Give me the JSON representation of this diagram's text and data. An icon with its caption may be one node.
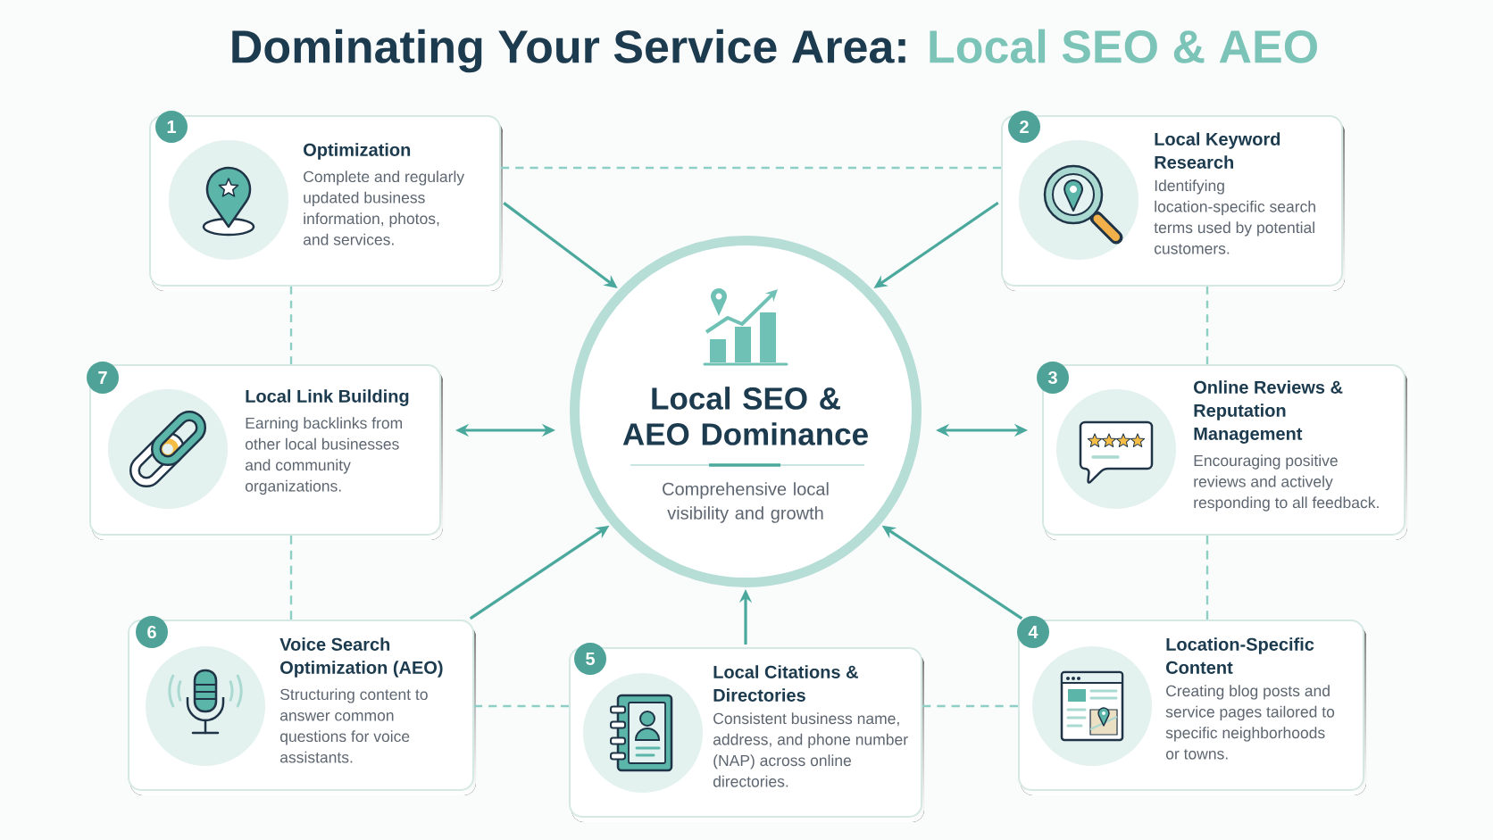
{
  "diagram": {
    "title": "Dominating Your Service Area: Local SEO & AEO",
    "nodes": [
      {
        "text": [
          "Local SEO & AEO Dominance",
          "Comprehensive local visibility and growth"
        ]
      },
      {
        "text": [
          "1",
          "Optimization",
          "Complete and regularly updated business information, photos, and services."
        ]
      },
      {
        "text": [
          "2",
          "Local Keyword Research",
          "Identifying location-specific search terms used by potential customers."
        ]
      },
      {
        "text": [
          "3",
          "Online Reviews & Reputation Management",
          "Encouraging positive reviews and actively responding to all feedback."
        ]
      },
      {
        "text": [
          "4",
          "Location-Specific Content",
          "Creating blog posts and service pages tailored to specific neighborhoods or towns."
        ]
      },
      {
        "text": [
          "5",
          "Local Citations & Directories",
          "Consistent business name, address, and phone number (NAP) across online directories."
        ]
      },
      {
        "text": [
          "6",
          "Voice Search Optimization (AEO)",
          "Structuring content to answer common questions for voice assistants."
        ]
      },
      {
        "text": [
          "7",
          "Local Link Building",
          "Earning backlinks from other local businesses and community organizations."
        ]
      }
    ],
    "edges": [
      {
        "from": 1,
        "to": 0,
        "arrow": "to"
      },
      {
        "from": 2,
        "to": 0,
        "arrow": "to"
      },
      {
        "from": 7,
        "to": 0,
        "arrow": "both"
      },
      {
        "from": 3,
        "to": 0,
        "arrow": "both"
      },
      {
        "from": 6,
        "to": 0,
        "arrow": "to"
      },
      {
        "from": 5,
        "to": 0,
        "arrow": "to"
      },
      {
        "from": 4,
        "to": 0,
        "arrow": "to"
      },
      {
        "from": 1,
        "to": 2,
        "arrow": "none",
        "style": "dashed",
        "color": "#8ecfc5"
      },
      {
        "from": 1,
        "to": 7,
        "arrow": "none",
        "style": "dashed",
        "color": "#8ecfc5"
      },
      {
        "from": 7,
        "to": 6,
        "arrow": "none",
        "style": "dashed",
        "color": "#8ecfc5"
      },
      {
        "from": 2,
        "to": 3,
        "arrow": "none",
        "style": "dashed",
        "color": "#8ecfc5"
      },
      {
        "from": 3,
        "to": 4,
        "arrow": "none",
        "style": "dashed",
        "color": "#8ecfc5"
      },
      {
        "from": 6,
        "to": 5,
        "arrow": "none",
        "style": "dashed",
        "color": "#8ecfc5"
      },
      {
        "from": 5,
        "to": 4,
        "arrow": "none",
        "style": "dashed",
        "color": "#8ecfc5"
      }
    ]
  }
}
